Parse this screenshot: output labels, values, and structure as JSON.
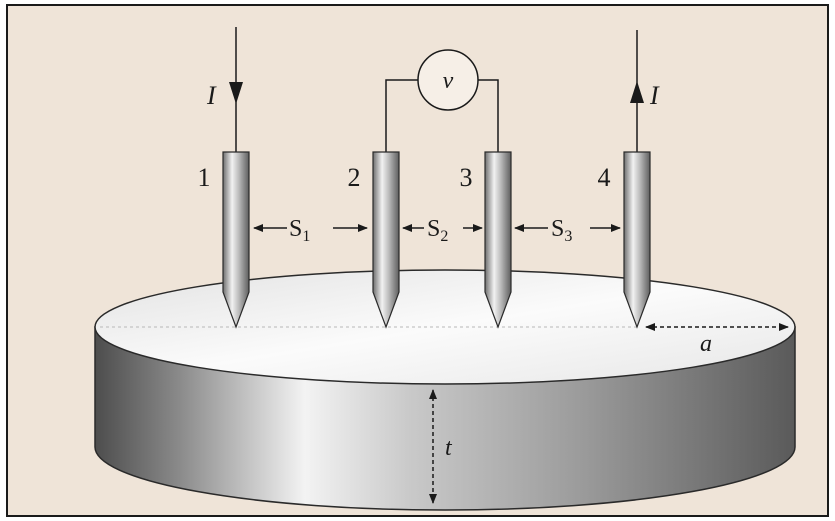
{
  "colors": {
    "background": "#efe4d8",
    "frame": "#1a1a1a",
    "probe_metal": "#9a9a9a",
    "disk_side": "#8c8c8c",
    "disk_top": "#f2f2f2"
  },
  "current": {
    "in_label": "I",
    "out_label": "I"
  },
  "voltmeter": {
    "label": "v"
  },
  "probes": [
    {
      "number": "1"
    },
    {
      "number": "2"
    },
    {
      "number": "3"
    },
    {
      "number": "4"
    }
  ],
  "spacings": [
    {
      "letter": "S",
      "subscript": "1"
    },
    {
      "letter": "S",
      "subscript": "2"
    },
    {
      "letter": "S",
      "subscript": "3"
    }
  ],
  "dimensions": {
    "radius_label": "a",
    "thickness_label": "t"
  }
}
